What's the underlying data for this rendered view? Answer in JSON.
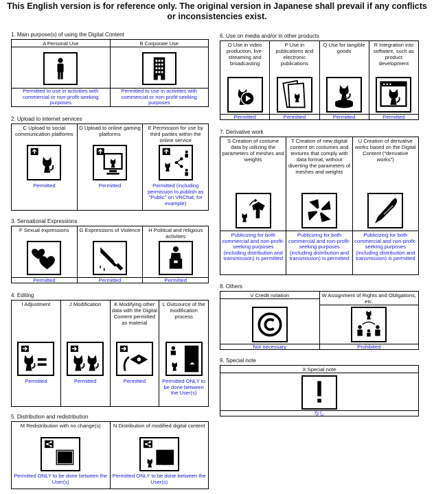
{
  "title": "This English version is for reference only. The original version in Japanese shall prevail if any conflicts or inconsistencies exist.",
  "sections": {
    "s1": {
      "title": "1. Main purpose(s) of using the Digital Content",
      "items": [
        {
          "label": "A Personal Use",
          "icon": "person-icon",
          "result": "Permitted to use in activities with commercial or non-profit-seeking purposes"
        },
        {
          "label": "B Corporate Use",
          "icon": "building-icon",
          "result": "Permitted to use in activities with commercial or non-profit-seeking purposes"
        }
      ]
    },
    "s2": {
      "title": "2. Upload to internet services",
      "items": [
        {
          "label": "C Upload to social communication platforms",
          "icon": "upload-social-icon",
          "result": "Permitted"
        },
        {
          "label": "D Upload to online gaming platforms",
          "icon": "upload-game-icon",
          "result": "Permitted"
        },
        {
          "label": "E Permission for use by third parties within the online service",
          "icon": "share-third-party-icon",
          "result": "Permitted (including permission to publish as \"Public\" on VRChat, for example)"
        }
      ]
    },
    "s3": {
      "title": "3. Sensational Expressions",
      "items": [
        {
          "label": "F Sexual expressions",
          "icon": "hearts-icon",
          "result": "Permitted"
        },
        {
          "label": "G Expressions of Violence",
          "icon": "knife-icon",
          "result": "Permitted"
        },
        {
          "label": "H Political and religious activities",
          "icon": "podium-icon",
          "result": "Permitted"
        }
      ]
    },
    "s4": {
      "title": "4. Editing",
      "items": [
        {
          "label": "I Adjustment",
          "icon": "adjustment-icon",
          "result": "Permitted"
        },
        {
          "label": "J Modification",
          "icon": "modification-icon",
          "result": "Permitted"
        },
        {
          "label": "K Modifying other data with the Digital Content permitted as material",
          "icon": "modify-other-data-icon",
          "result": "Permitted"
        },
        {
          "label": "L Outsource of the modification process",
          "icon": "outsource-icon",
          "result": "Permitted ONLY to be done between the User(s)"
        }
      ]
    },
    "s5": {
      "title": "5. Distribution and redistribution",
      "items": [
        {
          "label": "M Redistribution with no change(s)",
          "icon": "redistribute-icon",
          "result": "Permitted ONLY to be done between the User(s)"
        },
        {
          "label": "N Distribution of modified digital content",
          "icon": "distribute-modified-icon",
          "result": "Permitted ONLY to be done between the User(s)"
        }
      ]
    },
    "s6": {
      "title": "6. Use on media and/or in other products",
      "items": [
        {
          "label": "O Use in video production, live-streaming and broadcasting",
          "icon": "video-icon",
          "result": "Permitted"
        },
        {
          "label": "P Use in publications and electronic publications",
          "icon": "publication-icon",
          "result": "Permitted"
        },
        {
          "label": "Q Use for tangible goods",
          "icon": "figure-goods-icon",
          "result": "Permitted"
        },
        {
          "label": "R Integration into software, such as product development",
          "icon": "software-icon",
          "result": "Permitted"
        }
      ]
    },
    "s7": {
      "title": "7. Derivative work",
      "items": [
        {
          "label": "S Creation of costume data by utilizing the parameters of meshes and weights",
          "icon": "costume-icon",
          "result": "Publicizing for both commercial and non-profit-seeking purposes (including distribution and transmission) is permitted"
        },
        {
          "label": "T Creation of new digital content on costumes and textures that comply with data format, without diverting the parameters of meshes and weights",
          "icon": "texture-icon",
          "result": "Publicizing for both commercial and non-profit-seeking purposes (including distribution and transmission) is permitted"
        },
        {
          "label": "U Creation of derivative works based on the Digital Content (\"derivative works\")",
          "icon": "pen-icon",
          "result": "Publicizing for both commercial and non-profit-seeking purposes (including distribution and transmission) is permitted"
        }
      ]
    },
    "s8": {
      "title": "8. Others",
      "items": [
        {
          "label": "V Credit notation",
          "icon": "copyright-icon",
          "result": "Not necessary"
        },
        {
          "label": "W Assignment of Rights and Obligations, etc.",
          "icon": "assignment-icon",
          "result": "Prohibited"
        }
      ]
    },
    "s9": {
      "title": "9. Special note",
      "items": [
        {
          "label": "X Special note",
          "icon": "exclamation-icon",
          "result": "なし"
        }
      ]
    }
  }
}
